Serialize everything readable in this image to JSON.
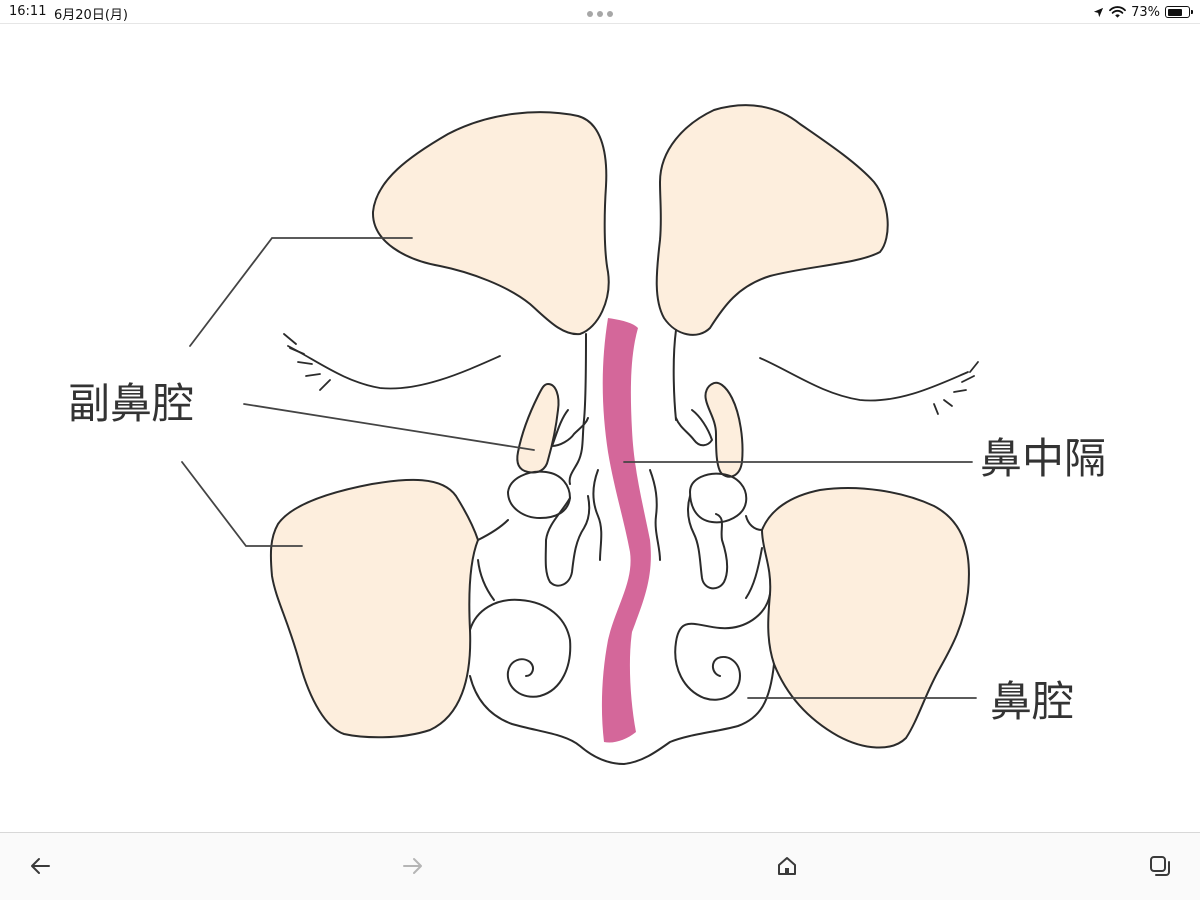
{
  "status_bar": {
    "time": "16:11",
    "date": "6月20日(月)",
    "battery_percent": "73%",
    "battery_level": 0.73,
    "icons": [
      "location-arrow-icon",
      "wifi-icon",
      "battery-icon"
    ]
  },
  "diagram": {
    "labels": {
      "paranasal_sinus": "副鼻腔",
      "nasal_septum": "鼻中隔",
      "nasal_cavity": "鼻腔"
    },
    "colors": {
      "sinus_fill": "#fdeedd",
      "septum": "#d4679a",
      "outline": "#2b2b2b",
      "leader_line": "#444444"
    }
  },
  "toolbar": {
    "icons": [
      "back-arrow-icon",
      "forward-arrow-icon",
      "home-icon",
      "tabs-icon"
    ],
    "forward_enabled": false
  }
}
